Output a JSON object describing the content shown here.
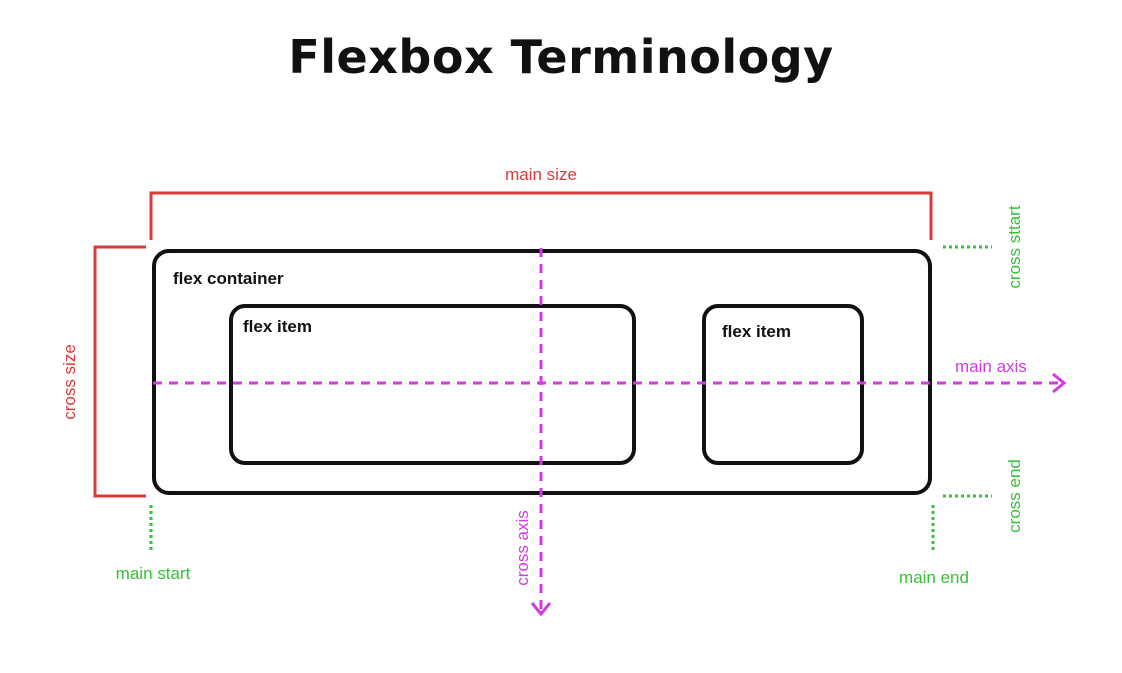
{
  "title": "Flexbox Terminology",
  "labels": {
    "main_size": "main size",
    "cross_size": "cross size",
    "flex_container": "flex container",
    "flex_item_1": "flex item",
    "flex_item_2": "flex item",
    "main_axis": "main axis",
    "cross_axis": "cross axis",
    "main_start": "main start",
    "main_end": "main end",
    "cross_start": "cross sttart",
    "cross_end": "cross end"
  },
  "colors": {
    "size": "#d93a3a",
    "axis": "#d23be0",
    "edge": "#33c233",
    "box": "#111111"
  }
}
